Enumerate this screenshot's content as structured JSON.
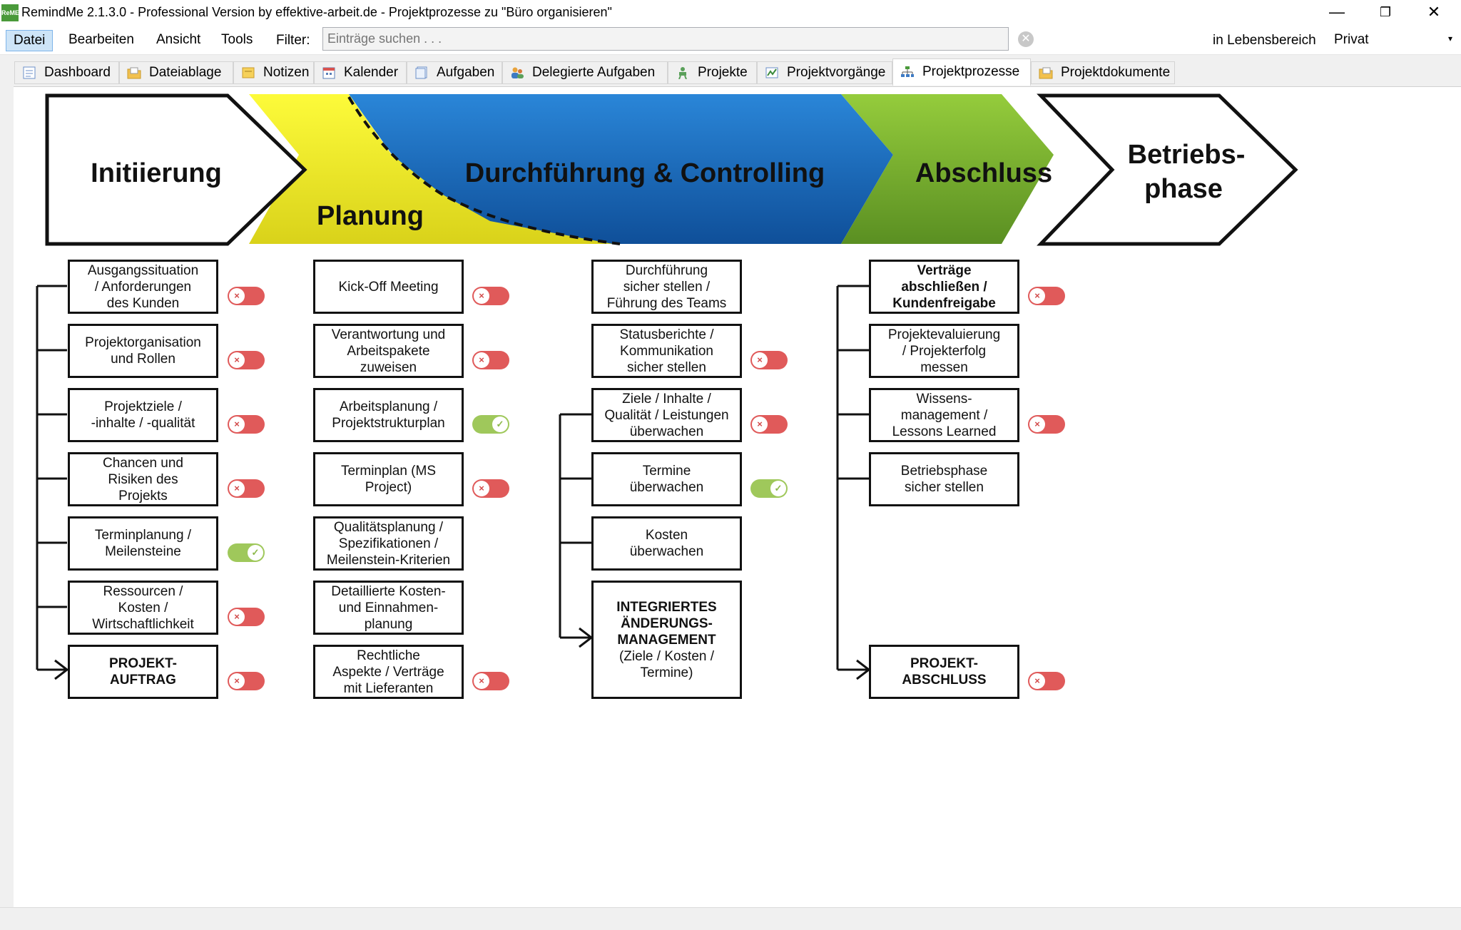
{
  "window": {
    "logo_text": "ReME",
    "title": "RemindMe 2.1.3.0 - Professional Version by effektive-arbeit.de - Projektprozesse zu \"Büro organisieren\"",
    "minimize": "—",
    "restore": "❐",
    "close": "✕"
  },
  "menu": {
    "items": [
      "Datei",
      "Bearbeiten",
      "Ansicht",
      "Tools"
    ],
    "filter_label": "Filter:",
    "search_placeholder": "Einträge suchen . . .",
    "clear_icon": "✕",
    "area_label": "in Lebensbereich",
    "area_value": "Privat",
    "area_arrow": "▾"
  },
  "tabs": [
    {
      "label": "Dashboard",
      "icon": "dashboard-icon"
    },
    {
      "label": "Dateiablage",
      "icon": "folder-icon"
    },
    {
      "label": "Notizen",
      "icon": "notes-icon"
    },
    {
      "label": "Kalender",
      "icon": "calendar-icon"
    },
    {
      "label": "Aufgaben",
      "icon": "tasks-icon"
    },
    {
      "label": "Delegierte Aufgaben",
      "icon": "delegated-icon"
    },
    {
      "label": "Projekte",
      "icon": "projects-icon"
    },
    {
      "label": "Projektvorgänge",
      "icon": "project-steps-icon"
    },
    {
      "label": "Projektprozesse",
      "icon": "process-icon"
    },
    {
      "label": "Projektdokumente",
      "icon": "documents-icon"
    }
  ],
  "active_tab": "Projektprozesse",
  "phases": {
    "initiierung": "Initiierung",
    "planung": "Planung",
    "durchfuehrung": "Durchführung & Controlling",
    "abschluss": "Abschluss",
    "betrieb_line1": "Betriebs-",
    "betrieb_line2": "phase"
  },
  "colors": {
    "planung": "#f2ee1d",
    "durchfuehrung": "#1c6fc4",
    "abschluss": "#7ab530",
    "toggle_off": "#e05a5a",
    "toggle_on": "#9fc85b"
  },
  "columns": {
    "initiierung": [
      {
        "text": "Ausgangssituation\n/ Anforderungen\ndes Kunden",
        "done": false
      },
      {
        "text": "Projektorganisation\nund Rollen",
        "done": false
      },
      {
        "text": "Projektziele /\n-inhalte / -qualität",
        "done": false
      },
      {
        "text": "Chancen und\nRisiken des\nProjekts",
        "done": false
      },
      {
        "text": "Terminplanung /\nMeilensteine",
        "done": true
      },
      {
        "text": "Ressourcen /\nKosten /\nWirtschaftlichkeit",
        "done": false
      },
      {
        "text": "PROJEKT-\nAUFTRAG",
        "done": false,
        "bold": true
      }
    ],
    "planung": [
      {
        "text": "Kick-Off Meeting",
        "done": false
      },
      {
        "text": "Verantwortung und\nArbeitspakete\nzuweisen",
        "done": false
      },
      {
        "text": "Arbeitsplanung /\nProjektstrukturplan",
        "done": true
      },
      {
        "text": "Terminplan (MS\nProject)",
        "done": false
      },
      {
        "text": "Qualitätsplanung /\nSpezifikationen /\nMeilenstein-Kriterien",
        "done": null
      },
      {
        "text": "Detaillierte Kosten-\nund Einnahmen-\nplanung",
        "done": null
      },
      {
        "text": "Rechtliche\nAspekte / Verträge\nmit Lieferanten",
        "done": false
      }
    ],
    "durchfuehrung": [
      {
        "text": "Durchführung\nsicher stellen /\nFührung des Teams",
        "done": null
      },
      {
        "text": "Statusberichte /\nKommunikation\nsicher stellen",
        "done": false
      },
      {
        "text": "Ziele / Inhalte /\nQualität / Leistungen\nüberwachen",
        "done": false
      },
      {
        "text": "Termine\nüberwachen",
        "done": true
      },
      {
        "text": "Kosten\nüberwachen",
        "done": null
      },
      {
        "text": "INTEGRIERTES\nÄNDERUNGS-\nMANAGEMENT",
        "sub": "(Ziele / Kosten /\nTermine)",
        "done": null
      }
    ],
    "abschluss": [
      {
        "text": "Verträge\nabschließen /\nKundenfreigabe",
        "done": false,
        "bold": true
      },
      {
        "text": "Projektevaluierung\n/ Projekterfolg\nmessen",
        "done": null
      },
      {
        "text": "Wissens-\nmanagement /\nLessons Learned",
        "done": false
      },
      {
        "text": "Betriebsphase\nsicher stellen",
        "done": null
      },
      {
        "text": "PROJEKT-\nABSCHLUSS",
        "done": false,
        "bold": true
      }
    ]
  },
  "toggle_glyphs": {
    "off": "×",
    "on": "✓"
  }
}
